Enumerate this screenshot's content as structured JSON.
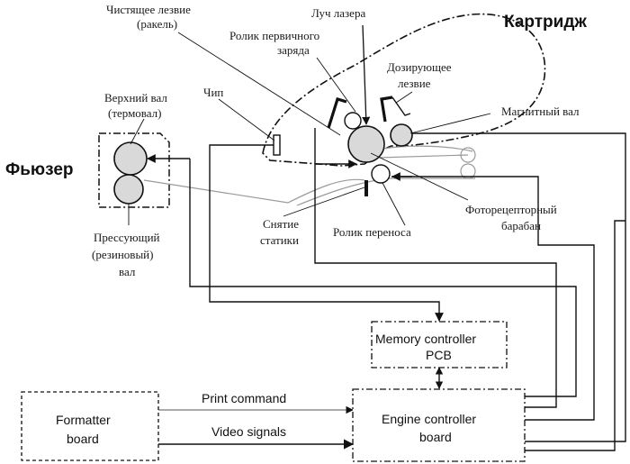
{
  "labels": {
    "cartridge": "Картридж",
    "fuser": "Фьюзер",
    "cleaning_blade_1": "Чистящее лезвие",
    "cleaning_blade_2": "(ракель)",
    "laser_beam": "Луч лазера",
    "primary_charge_roller_1": "Ролик первичного",
    "primary_charge_roller_2": "заряда",
    "doctor_blade_1": "Дозирующее",
    "doctor_blade_2": "лезвие",
    "magnetic_roller": "Магнитный вал",
    "chip": "Чип",
    "upper_roller_1": "Верхний вал",
    "upper_roller_2": "(термовал)",
    "pressure_roller_1": "Прессующий",
    "pressure_roller_2": "(резиновый)",
    "pressure_roller_3": "вал",
    "static_removal_1": "Снятие",
    "static_removal_2": "статики",
    "transfer_roller": "Ролик переноса",
    "photo_drum_1": "Фоторецепторный",
    "photo_drum_2": "барабан",
    "memory_controller_1": "Memory controller",
    "memory_controller_2": "PCB",
    "formatter_1": "Formatter",
    "formatter_2": "board",
    "engine_1": "Engine controller",
    "engine_2": "board",
    "print_command": "Print command",
    "video_signals": "Video signals"
  },
  "colors": {
    "line": "#111111",
    "roller_fill": "#d9d9d9",
    "paper_path": "#9a9a9a"
  }
}
